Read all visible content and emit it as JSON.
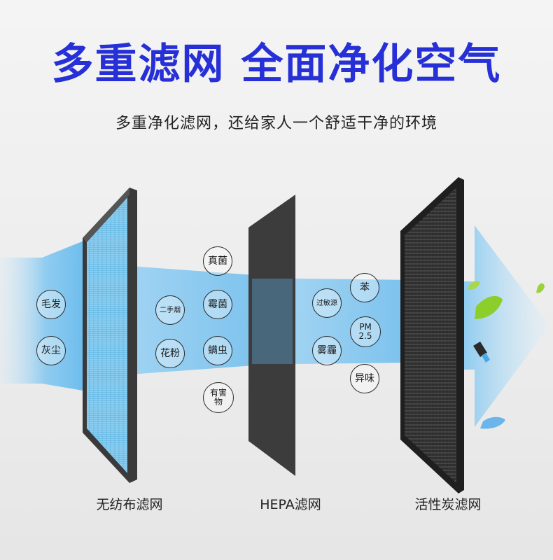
{
  "header": {
    "title": "多重滤网  全面净化空气",
    "subtitle": "多重净化滤网，还给家人一个舒适干净的环境"
  },
  "filters": [
    {
      "label": "无纺布滤网"
    },
    {
      "label": "HEPA滤网"
    },
    {
      "label": "活性炭滤网"
    }
  ],
  "pollutants": {
    "stage1": [
      "毛发",
      "灰尘"
    ],
    "stage2_left": [
      "二手烟",
      "花粉"
    ],
    "stage2_center": [
      "真菌",
      "霉菌",
      "螨虫",
      "有害物"
    ],
    "stage3_left": [
      "过敏源",
      "雾霾"
    ],
    "stage3_right": [
      "苯",
      "PM 2.5",
      "异味"
    ]
  },
  "colors": {
    "title": "#2630d6",
    "airflow": "#5fb7ee",
    "leaf_green": "#8ccf2a",
    "leaf_blue": "#4aa8e8"
  },
  "icons": [
    "leaf-icon",
    "arrow-right-icon"
  ]
}
